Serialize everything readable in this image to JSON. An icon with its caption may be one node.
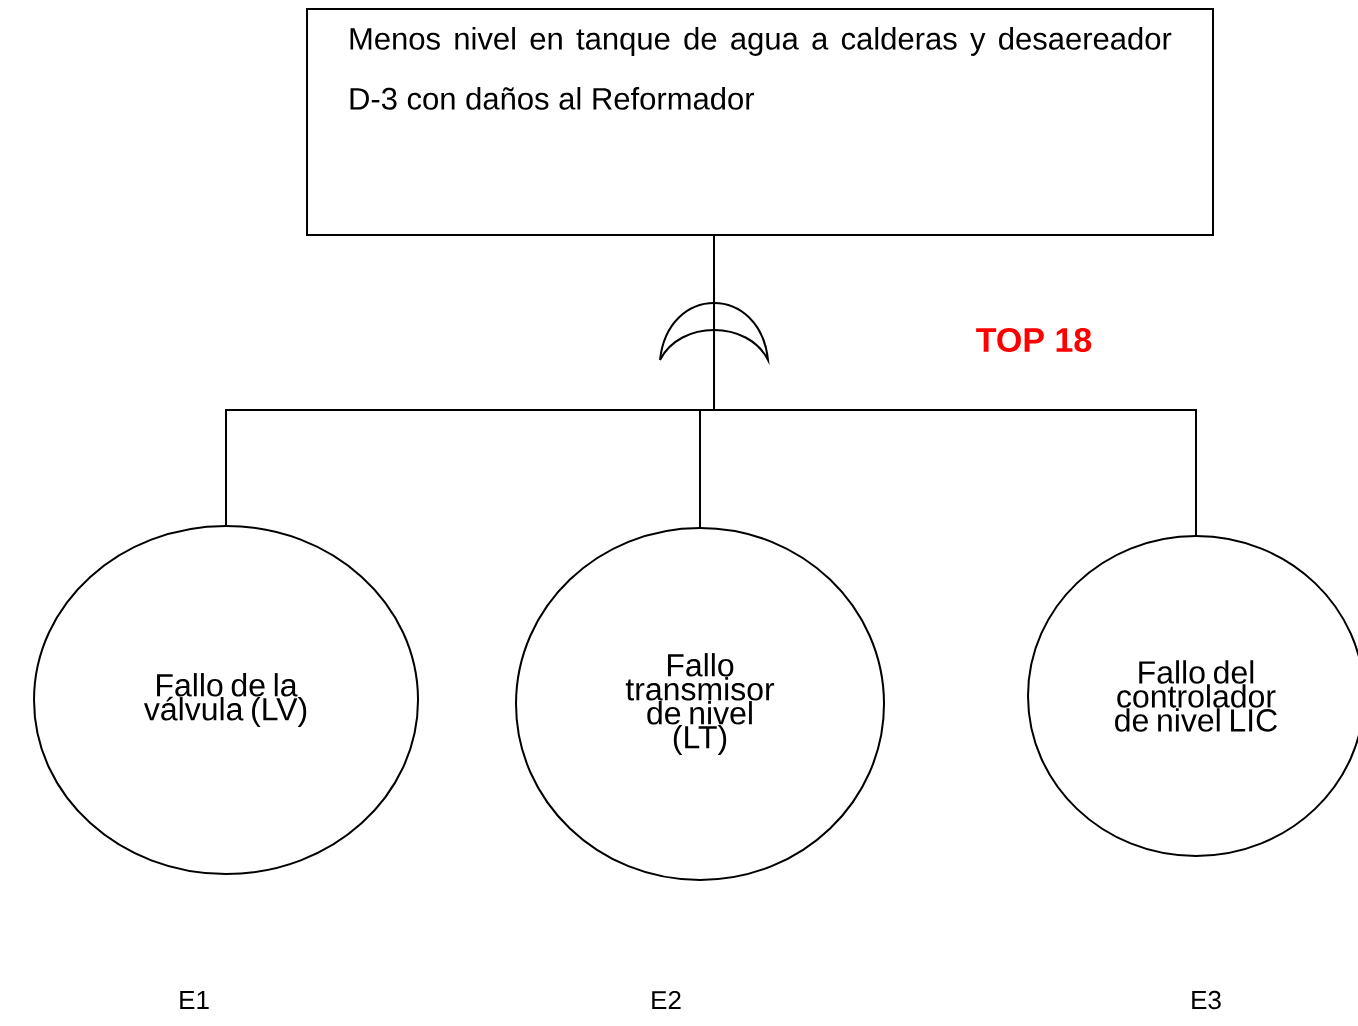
{
  "diagram": {
    "nodes": [
      {
        "text": [
          "Menos nivel en tanque de agua a calderas y desaereador D-3 con daños al Reformador"
        ]
      },
      {
        "text": [],
        "shape": "gate"
      },
      {
        "text": [
          "Fallo de la válvula (LV)"
        ]
      },
      {
        "text": [
          "Fallo transmisor de nivel (LT)"
        ]
      },
      {
        "text": [
          "Fallo del controlador de nivel LIC"
        ]
      }
    ],
    "edges": [
      {
        "from": 0,
        "to": 1,
        "arrow": "none"
      },
      {
        "from": 1,
        "to": 2,
        "arrow": "none"
      },
      {
        "from": 1,
        "to": 3,
        "arrow": "none"
      },
      {
        "from": 1,
        "to": 4,
        "arrow": "none"
      }
    ],
    "labels": [
      "TOP 18",
      "E1",
      "E2",
      "E3"
    ]
  }
}
